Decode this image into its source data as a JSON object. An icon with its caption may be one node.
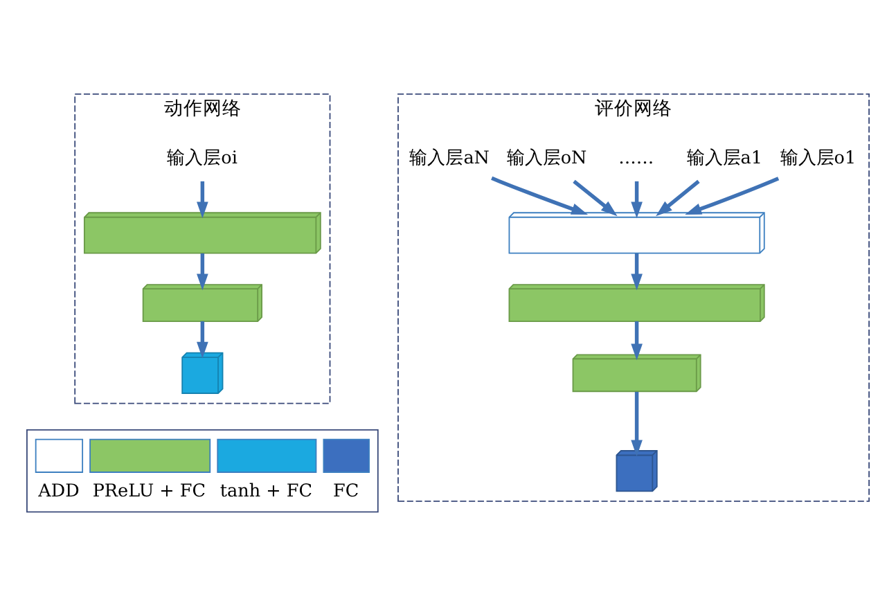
{
  "diagram": {
    "nodes": [
      {
        "text": [
          "动作网络"
        ]
      },
      {
        "text": [
          "输入层oi"
        ],
        "in": 0
      },
      {
        "text": [],
        "shape": "box",
        "in": 0
      },
      {
        "text": [],
        "shape": "box",
        "in": 0
      },
      {
        "text": [],
        "shape": "box",
        "in": 0
      },
      {
        "text": [
          "评价网络"
        ]
      },
      {
        "text": [
          "输入层o1"
        ],
        "in": 5
      },
      {
        "text": [
          "输入层a1"
        ],
        "in": 5
      },
      {
        "text": [
          "……"
        ],
        "in": 5
      },
      {
        "text": [
          "输入层oN"
        ],
        "in": 5
      },
      {
        "text": [
          "输入层aN"
        ],
        "in": 5
      },
      {
        "text": [],
        "shape": "box",
        "in": 5
      },
      {
        "text": [],
        "shape": "box",
        "in": 5
      },
      {
        "text": [],
        "shape": "box",
        "in": 5
      },
      {
        "text": [],
        "shape": "box",
        "in": 5
      }
    ],
    "edges": [
      {
        "from": 1,
        "to": 2,
        "arrow": "to"
      },
      {
        "from": 2,
        "to": 3,
        "arrow": "to"
      },
      {
        "from": 3,
        "to": 4,
        "arrow": "to"
      },
      {
        "from": 6,
        "to": 11,
        "arrow": "to"
      },
      {
        "from": 7,
        "to": 11,
        "arrow": "to"
      },
      {
        "from": 8,
        "to": 11,
        "arrow": "to"
      },
      {
        "from": 9,
        "to": 11,
        "arrow": "to"
      },
      {
        "from": 10,
        "to": 11,
        "arrow": "to"
      },
      {
        "from": 11,
        "to": 12,
        "arrow": "to"
      },
      {
        "from": 12,
        "to": 13,
        "arrow": "to"
      },
      {
        "from": 13,
        "to": 14,
        "arrow": "to"
      }
    ],
    "legend": [
      {
        "text": "ADD",
        "color": "#ffffff"
      },
      {
        "text": "PReLU + FC",
        "color": "#8cc665"
      },
      {
        "text": "tanh + FC",
        "color": "#1ba9e0"
      },
      {
        "text": "FC",
        "color": "#3c6fbf"
      }
    ]
  }
}
